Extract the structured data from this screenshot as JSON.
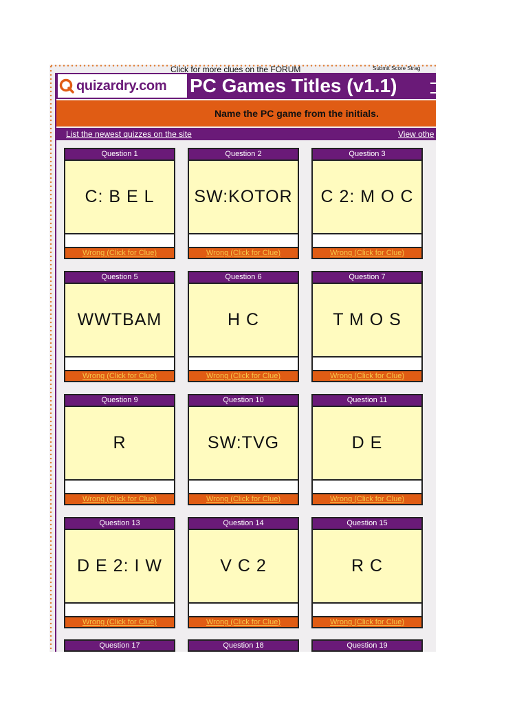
{
  "top": {
    "forum_link": "Click for more clues on the FORUM",
    "score_text": "Submit Score Strag"
  },
  "header": {
    "logo": "quizardry.com",
    "title": "PC Games Titles (v1.1)"
  },
  "subtitle": "Name the PC game from the initials.",
  "nav": {
    "left_link": "List the newest quizzes on the site",
    "right_link": "View othe"
  },
  "colors": {
    "purple": "#6a1a78",
    "orange": "#e05c14",
    "answer_bg": "#fffbbf",
    "clue_link": "#f6c84a"
  },
  "questions": [
    {
      "label": "Question 1",
      "clue": "C: B E L",
      "link": "Wrong (Click for Clue)"
    },
    {
      "label": "Question 2",
      "clue": "SW:KOTOR",
      "link": "Wrong (Click for Clue)"
    },
    {
      "label": "Question 3",
      "clue": "C 2: M O C",
      "link": "Wrong (Click for Clue)"
    },
    {
      "label": "Question 5",
      "clue": "WWTBAM",
      "link": "Wrong (Click for Clue)"
    },
    {
      "label": "Question 6",
      "clue": "H C",
      "link": "Wrong (Click for Clue)"
    },
    {
      "label": "Question 7",
      "clue": "T M O S",
      "link": "Wrong (Click for Clue)"
    },
    {
      "label": "Question 9",
      "clue": "R",
      "link": "Wrong (Click for Clue)"
    },
    {
      "label": "Question 10",
      "clue": "SW:TVG",
      "link": "Wrong (Click for Clue)"
    },
    {
      "label": "Question 11",
      "clue": "D E",
      "link": "Wrong (Click for Clue)"
    },
    {
      "label": "Question 13",
      "clue": "D E 2: I W",
      "link": "Wrong (Click for Clue)"
    },
    {
      "label": "Question 14",
      "clue": "V C 2",
      "link": "Wrong (Click for Clue)"
    },
    {
      "label": "Question 15",
      "clue": "R C",
      "link": "Wrong (Click for Clue)"
    }
  ],
  "partial_questions": [
    {
      "label": "Question 17"
    },
    {
      "label": "Question 18"
    },
    {
      "label": "Question 19"
    }
  ]
}
